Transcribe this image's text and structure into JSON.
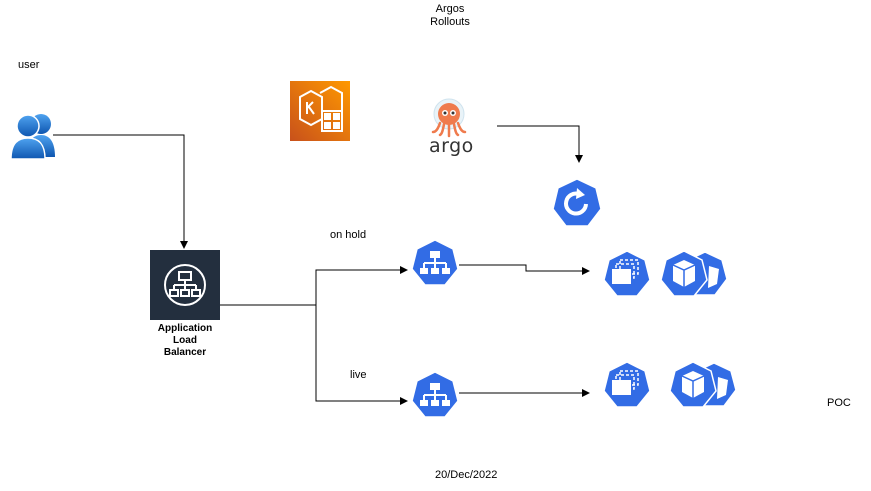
{
  "labels": {
    "argos_line1": "Argos",
    "argos_line2": "Rollouts",
    "user": "user",
    "on_hold": "on hold",
    "live": "live",
    "poc": "POC",
    "date": "20/Dec/2022",
    "alb_line1": "Application",
    "alb_line2": "Load",
    "alb_line3": "Balancer",
    "argo_logo_text": "argo"
  },
  "colors": {
    "k8s_blue": "#326CE5",
    "eks_orange": "#ED7100",
    "alb_dark": "#232F3E",
    "user_blue": "#1A6FC9",
    "argo_red": "#EF7B4D",
    "line": "#000000"
  },
  "icons": {
    "user": "user-group-icon",
    "eks": "eks-icon",
    "argo": "argo-logo",
    "rollout": "rollout-icon",
    "alb": "load-balancer-icon",
    "service": "k8s-service-icon",
    "replicaset": "k8s-replicaset-icon",
    "pod": "k8s-pod-icon"
  }
}
